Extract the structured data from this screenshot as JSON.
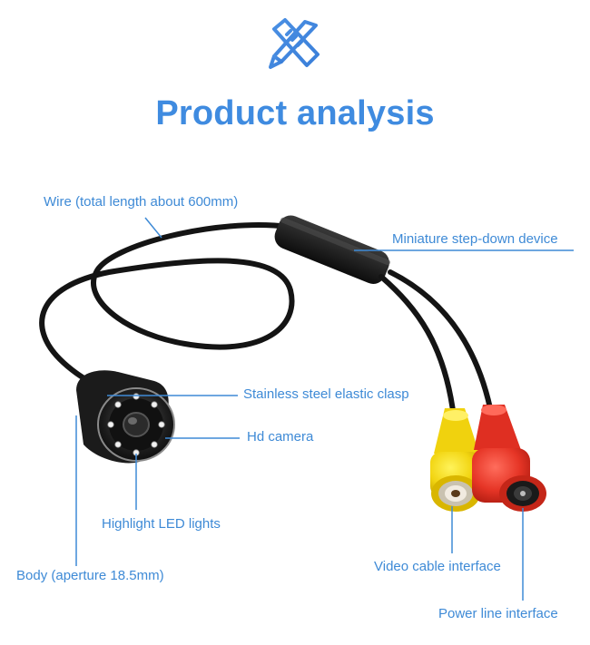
{
  "title": "Product analysis",
  "icon": "pencil-ruler-icon",
  "colors": {
    "accent": "#3e8ad6",
    "cable": "#1a1a1a",
    "yellow_plug": "#f4dc12",
    "red_plug": "#e8372b"
  },
  "labels": {
    "wire": "Wire (total length about 600mm)",
    "step_down": "Miniature step-down device",
    "clasp": "Stainless steel elastic clasp",
    "camera": "Hd camera",
    "led": "Highlight LED lights",
    "body": "Body (aperture 18.5mm)",
    "video": "Video cable interface",
    "power": "Power line interface"
  }
}
